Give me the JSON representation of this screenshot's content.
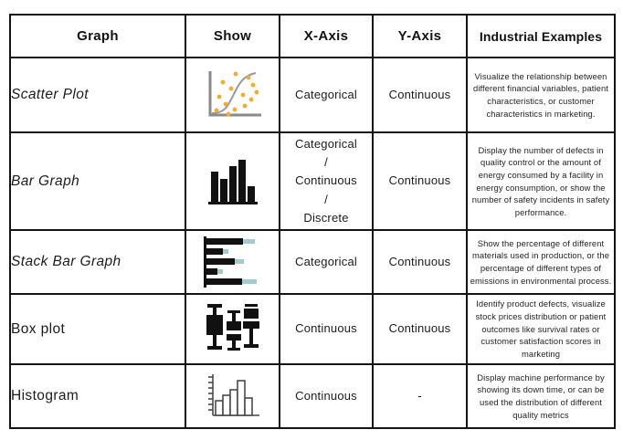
{
  "table": {
    "columns": [
      "Graph",
      "Show",
      "X-Axis",
      "Y-Axis",
      "Industrial Examples"
    ],
    "rows": [
      {
        "name": "Scatter Plot",
        "icon": "scatter-plot",
        "x_axis": "Categorical",
        "y_axis": "Continuous",
        "example": "Visualize the relationship between different financial variables, patient characteristics, or customer characteristics in marketing."
      },
      {
        "name": "Bar Graph",
        "icon": "bar-graph",
        "x_axis": "Categorical\n/\nContinuous\n/\nDiscrete",
        "y_axis": "Continuous",
        "example": "Display the number of defects in quality control or the amount of energy consumed by a facility in energy consumption, or show the number of safety incidents in safety performance."
      },
      {
        "name": "Stack Bar Graph",
        "icon": "stacked-bar-graph",
        "x_axis": "Categorical",
        "y_axis": "Continuous",
        "example": "Show the percentage of different materials used in production, or the percentage of different types of emissions in environmental process."
      },
      {
        "name": "Box plot",
        "icon": "box-plot",
        "x_axis": "Continuous",
        "y_axis": "Continuous",
        "example": "Identify product defects, visualize stock prices distribution or patient outcomes like survival rates or customer satisfaction scores in marketing"
      },
      {
        "name": "Histogram",
        "icon": "histogram",
        "x_axis": "Continuous",
        "y_axis": "-",
        "example": "Display machine performance by showing its down time, or can be used the distribution of different quality metrics"
      }
    ]
  },
  "colors": {
    "border": "#141414",
    "ink": "#111111",
    "scatter_dot": "#f2ab36",
    "axis_gray": "#8a8a8a",
    "curve_gray": "#999999",
    "teal": "#a3cbcd",
    "hist_stroke": "#4a4a4a"
  }
}
